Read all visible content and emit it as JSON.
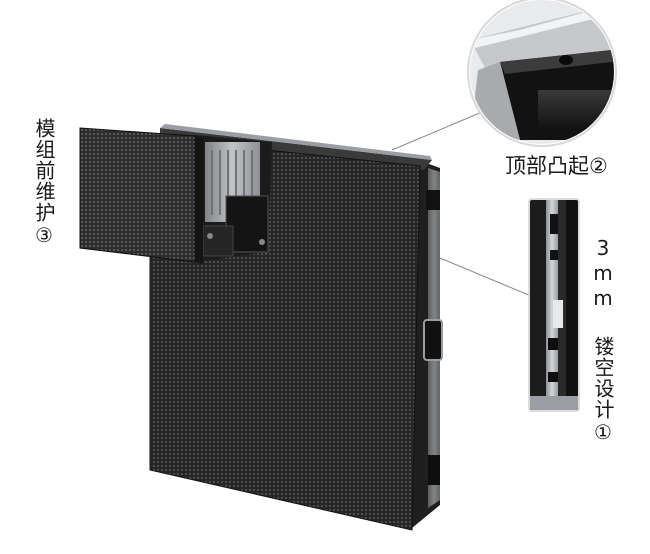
{
  "labels": {
    "front_maintenance": "模组前维护③",
    "top_bump": "顶部凸起②",
    "hollow_design": "3mm 镂空设计①"
  },
  "colors": {
    "background": "#ffffff",
    "panel_face": "#2b2b2b",
    "panel_dot": "#6a6a6a",
    "frame": "#1c1c1c",
    "metal": "#b9bcc0",
    "callout_line": "#8a8a8a"
  },
  "icons": [
    "led-panel-illustration",
    "zoom-callout-circle",
    "zoom-callout-rectangle"
  ]
}
